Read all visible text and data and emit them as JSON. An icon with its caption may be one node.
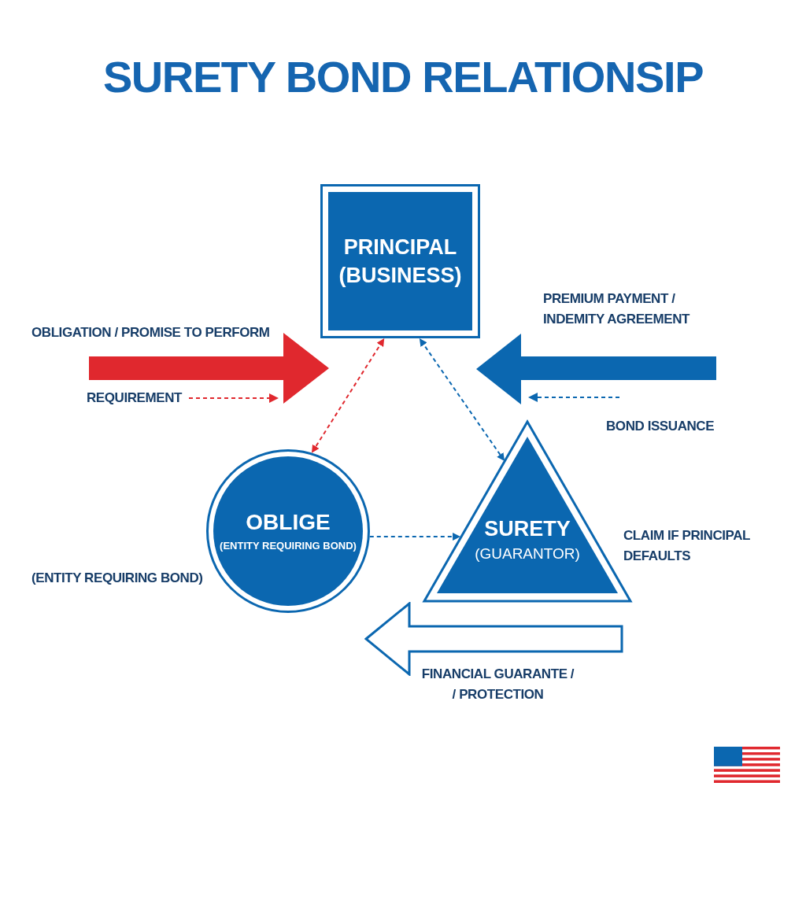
{
  "diagram": {
    "title": "SURETY BOND RELATIONSIP",
    "nodes": [
      {
        "text": [
          "PRINCIPAL",
          "(BUSINESS)"
        ]
      },
      {
        "text": [
          "OBLIGE",
          "(ENTITY REQUIRING BOND)"
        ],
        "beside": [
          "(ENTITY REQUIRING BOND)"
        ]
      },
      {
        "text": [
          "SURETY",
          "(GUARANTOR)"
        ]
      }
    ],
    "edges": [
      {
        "from": 0,
        "to": 1,
        "arrow": "both",
        "style": "dashed",
        "color": "#e0282e"
      },
      {
        "from": 0,
        "to": 2,
        "arrow": "both",
        "style": "dashed"
      },
      {
        "from": 1,
        "to": 2,
        "arrow": "to",
        "style": "dashed"
      }
    ],
    "labels": [
      "PREMIUM PAYMENT / INDEMITY AGREEMENT",
      "OBLIGATION / PROMISE TO PERFORM",
      "REQUIREMENT",
      "BOND ISSUANCE",
      "CLAIM IF PRINCIPAL DEFAULTS",
      "FINANCIAL GUARANTE / / PROTECTION"
    ]
  }
}
